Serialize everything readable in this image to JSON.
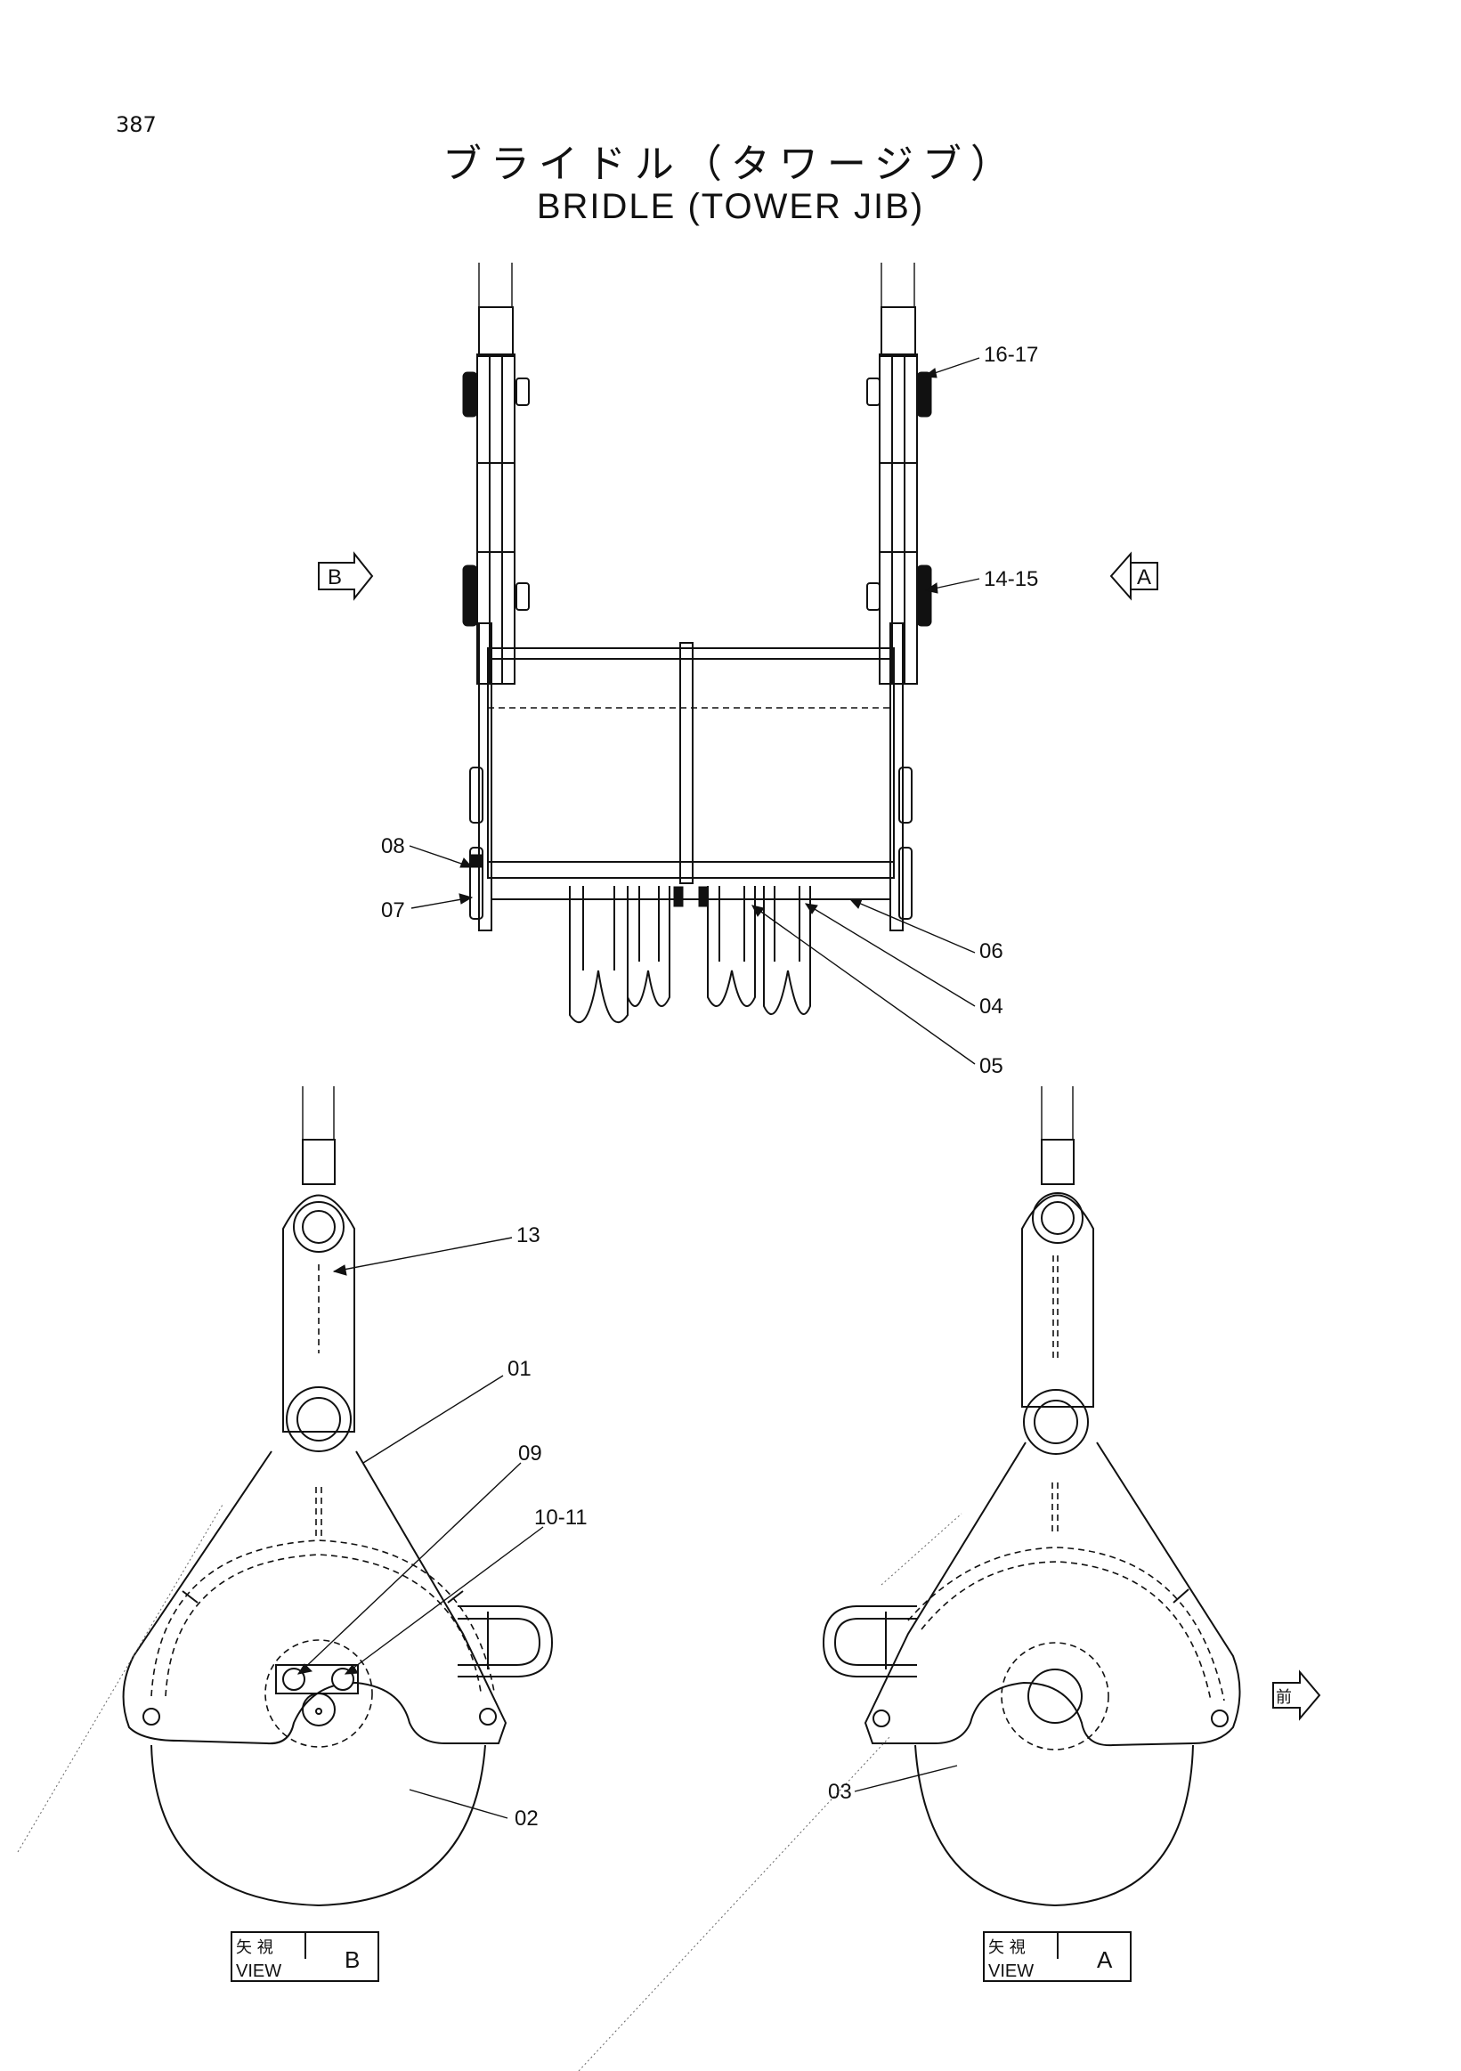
{
  "page_number": "387",
  "title_jp": "ブライドル（タワージブ）",
  "title_en": "BRIDLE (TOWER JIB)",
  "view_markers": {
    "b_arrow": "B",
    "a_arrow": "A",
    "front_arrow": "前"
  },
  "callouts": {
    "c16_17": "16-17",
    "c14_15": "14-15",
    "c08": "08",
    "c07": "07",
    "c06": "06",
    "c04": "04",
    "c05": "05",
    "c13": "13",
    "c01": "01",
    "c09": "09",
    "c10_11": "10-11",
    "c02": "02",
    "c03": "03"
  },
  "view_labels": {
    "view_b": {
      "jp": "矢 視",
      "en": "VIEW",
      "letter": "B"
    },
    "view_a": {
      "jp": "矢 視",
      "en": "VIEW",
      "letter": "A"
    }
  }
}
